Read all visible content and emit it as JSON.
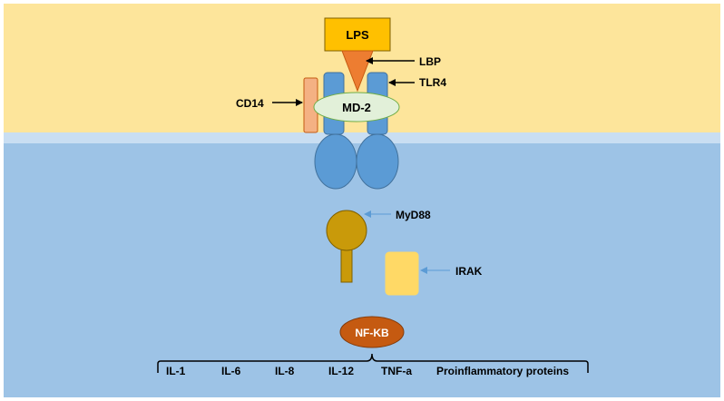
{
  "labels": {
    "lps": "LPS",
    "lbp": "LBP",
    "tlr4": "TLR4",
    "cd14": "CD14",
    "md2": "MD-2",
    "myd88": "MyD88",
    "irak": "IRAK",
    "nfkb": "NF-KB"
  },
  "products": [
    "IL-1",
    "IL-6",
    "IL-8",
    "IL-12",
    "TNF-a",
    "Proinflammatory proteins"
  ],
  "colors": {
    "extracellular": "#fde59b",
    "cytoplasm": "#9dc3e6",
    "membrane": "#c9def2",
    "receptor": "#5b9bd5",
    "lps": "#ffc000",
    "lbp": "#ed7d31",
    "cd14": "#f4b183",
    "md2": "#e2f0d9",
    "myd88": "#c99a0a",
    "irak": "#ffd966",
    "nfkb": "#c55a11"
  }
}
